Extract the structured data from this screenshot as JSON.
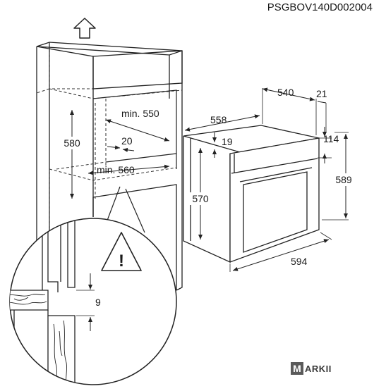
{
  "doc_code": "PSGBOV140D002004",
  "dimensions": {
    "d540": "540",
    "d21": "21",
    "d558": "558",
    "d19": "19",
    "d114": "114",
    "d589": "589",
    "d570": "570",
    "d594": "594",
    "d580": "580",
    "min550": "min. 550",
    "d20": "20",
    "min560": "min. 560",
    "d9": "9"
  },
  "warning_symbol": "!",
  "icons": [
    "up-arrow-icon",
    "warning-icon"
  ],
  "logo": {
    "letter": "M",
    "text": "ARKII",
    "color": "#5a5a5a"
  }
}
